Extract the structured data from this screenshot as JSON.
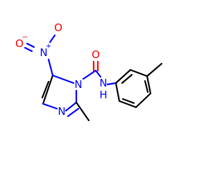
{
  "colors": {
    "bond": "#000000",
    "nitrogen": "#0000ff",
    "oxygen": "#ff0000"
  },
  "atoms": {
    "nitro_o_left": "O",
    "nitro_o_left_charge": "−",
    "nitro_n": "N",
    "nitro_n_charge": "+",
    "nitro_o_top": "O",
    "carbonyl_o": "O",
    "ring_n1": "N",
    "ring_n3": "N",
    "amide_n": "N",
    "amide_h": "H"
  }
}
